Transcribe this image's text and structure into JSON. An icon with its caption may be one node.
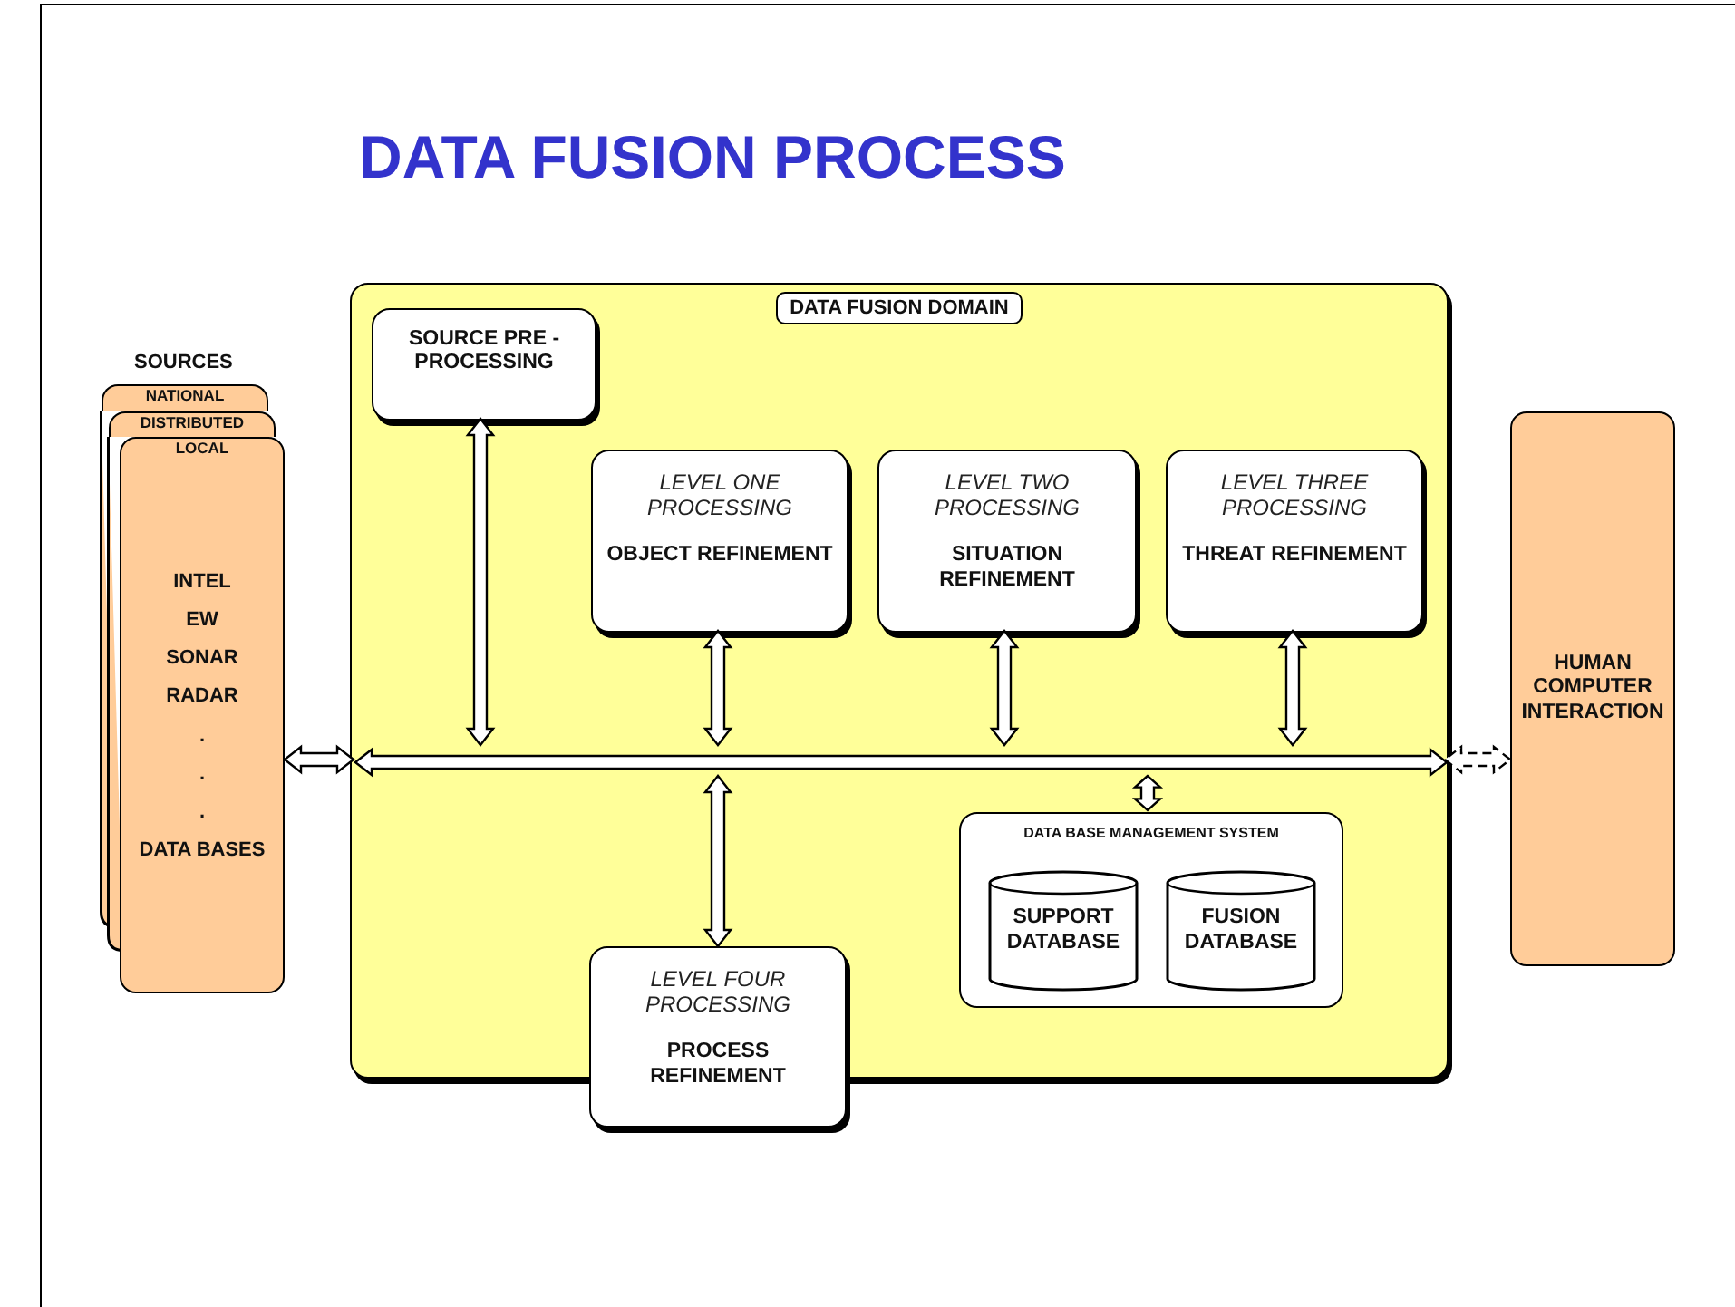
{
  "diagram": {
    "title": "DATA FUSION PROCESS",
    "nodes": [
      {
        "text": [
          "NATIONAL"
        ]
      },
      {
        "text": [
          "DISTRIBUTED"
        ]
      },
      {
        "text": [
          "LOCAL",
          "INTEL",
          "EW",
          "SONAR",
          "RADAR",
          ".",
          ".",
          ".",
          "DATA BASES"
        ]
      },
      {
        "text": [
          "DATA FUSION DOMAIN"
        ]
      },
      {
        "text": [
          "SOURCE PRE - PROCESSING"
        ],
        "in": 3
      },
      {
        "text": [
          "LEVEL ONE PROCESSING",
          "OBJECT REFINEMENT"
        ],
        "in": 3
      },
      {
        "text": [
          "LEVEL TWO PROCESSING",
          "SITUATION REFINEMENT"
        ],
        "in": 3
      },
      {
        "text": [
          "LEVEL THREE PROCESSING",
          "THREAT REFINEMENT"
        ],
        "in": 3
      },
      {
        "text": [],
        "shape": "bar",
        "in": 3
      },
      {
        "text": [
          "DATA BASE MANAGEMENT SYSTEM"
        ],
        "in": 3
      },
      {
        "text": [
          "SUPPORT DATABASE"
        ],
        "in": 9
      },
      {
        "text": [
          "FUSION DATABASE"
        ],
        "in": 9
      },
      {
        "text": [
          "LEVEL FOUR PROCESSING",
          "PROCESS REFINEMENT"
        ]
      },
      {
        "text": [
          "HUMAN COMPUTER INTERACTION"
        ]
      }
    ],
    "edges": [
      {
        "from": 2,
        "to": 8,
        "arrow": "both"
      },
      {
        "from": 4,
        "to": 8,
        "arrow": "both"
      },
      {
        "from": 5,
        "to": 8,
        "arrow": "both"
      },
      {
        "from": 6,
        "to": 8,
        "arrow": "both"
      },
      {
        "from": 7,
        "to": 8,
        "arrow": "both"
      },
      {
        "from": 8,
        "to": 12,
        "arrow": "both"
      },
      {
        "from": 8,
        "to": 9,
        "arrow": "both"
      },
      {
        "from": 8,
        "to": 13,
        "arrow": "both",
        "style": "dashed"
      }
    ],
    "labels": [
      "SOURCES"
    ]
  }
}
